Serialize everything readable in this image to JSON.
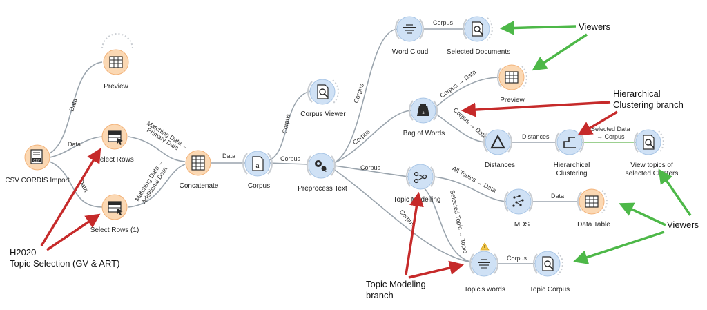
{
  "nodes": {
    "csv": "CSV CORDIS Import",
    "preview1": "Preview",
    "select_rows": "Select Rows",
    "select_rows1": "Select Rows (1)",
    "concatenate": "Concatenate",
    "corpus": "Corpus",
    "corpus_viewer": "Corpus Viewer",
    "preprocess": "Preprocess Text",
    "word_cloud": "Word Cloud",
    "selected_docs": "Selected Documents",
    "preview2": "Preview",
    "bag_of_words": "Bag of Words",
    "distances": "Distances",
    "hier_clust_1": "Hierarchical",
    "hier_clust_2": "Clustering",
    "view_topics_1": "View topics of",
    "view_topics_2": "selected Clusters",
    "topic_modelling": "Topic Modelling",
    "mds": "MDS",
    "data_table": "Data Table",
    "topics_words": "Topic's words",
    "topic_corpus": "Topic Corpus"
  },
  "edges": {
    "data_preview": "Data",
    "data_select": "Data",
    "data_select1": "Data",
    "matching_primary_1": "Matching Data →",
    "matching_primary_2": "Primary Data",
    "matching_additional_1": "Matching Data →",
    "matching_additional_2": "Additional Data",
    "concat_corpus": "Data",
    "corpus_preprocess": "Corpus",
    "corpus_viewer": "Corpus",
    "corpus_wordcloud": "Corpus",
    "wordcloud_selected": "Corpus",
    "corpus_bow": "Corpus",
    "corpus_topic": "Corpus",
    "corpus_topicwords": "Corpus",
    "bow_preview": "Corpus → Data",
    "bow_distances": "Corpus → Data",
    "distances": "Distances",
    "selected_data_1": "Selected Data",
    "selected_data_2": "→ Corpus",
    "all_topics": "All Topics → Data",
    "selected_topic": "Selected Topic → Topic",
    "mds_data": "Data",
    "topicwords_corpus": "Corpus"
  },
  "annotations": {
    "viewers_top": "Viewers",
    "hier_branch_1": "Hierarchical",
    "hier_branch_2": "Clustering branch",
    "viewers_right": "Viewers",
    "h2020_1": "H2020",
    "h2020_2": "Topic Selection (GV & ART)",
    "tm_branch_1": "Topic Modeling",
    "tm_branch_2": "branch"
  },
  "colors": {
    "red_arrow": "#c62a2a",
    "green_arrow": "#4db848",
    "node_orange": "#fbd8b3",
    "node_blue": "#cfe1f5"
  }
}
